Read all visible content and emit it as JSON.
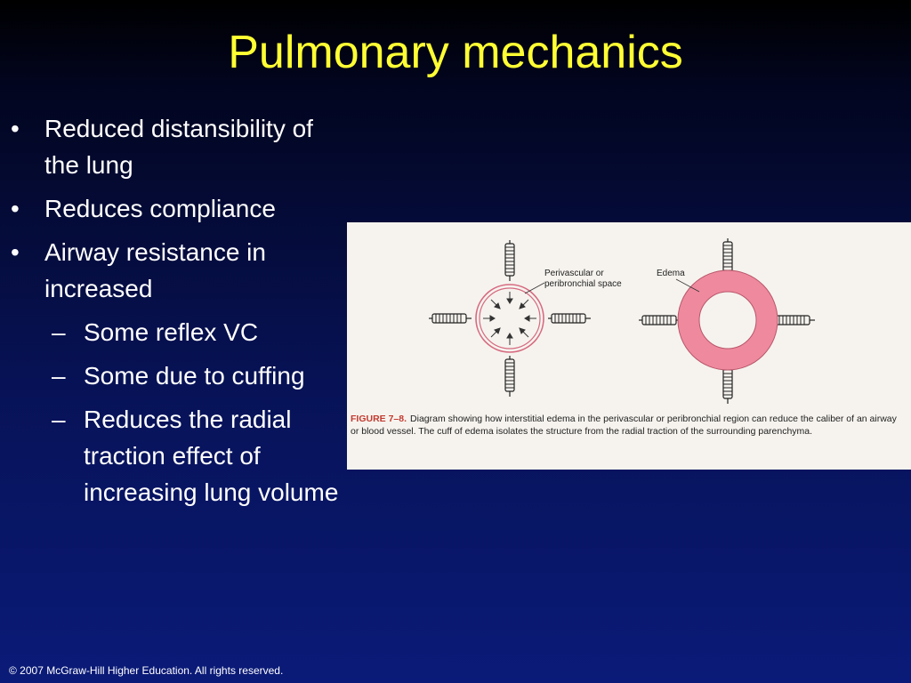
{
  "slide": {
    "title": "Pulmonary mechanics",
    "bullets": [
      {
        "text": "Reduced distansibility of the lung"
      },
      {
        "text": "Reduces compliance"
      },
      {
        "text": "Airway resistance in increased"
      }
    ],
    "sub_bullets": [
      {
        "text": "Some reflex VC"
      },
      {
        "text": "Some due to cuffing"
      },
      {
        "text": "Reduces the radial traction effect of increasing lung volume"
      }
    ],
    "bullet_mark": "•",
    "dash_mark": "–",
    "footer": "© 2007 McGraw-Hill Higher Education. All rights reserved."
  },
  "figure": {
    "label_perivascular_line1": "Perivascular or",
    "label_perivascular_line2": "peribronchial space",
    "label_edema": "Edema",
    "caption_number": "FIGURE 7–8.",
    "caption_text": "Diagram showing how interstitial edema in the perivascular or peribronchial region can reduce the caliber of an airway or blood vessel. The cuff of edema isolates the structure from the radial traction of the surrounding parenchyma."
  },
  "colors": {
    "title": "#ffff33",
    "edema_pink": "#ef8a9e",
    "figure_bg": "#f6f3ee",
    "caption_figure_label": "#c23a30"
  }
}
